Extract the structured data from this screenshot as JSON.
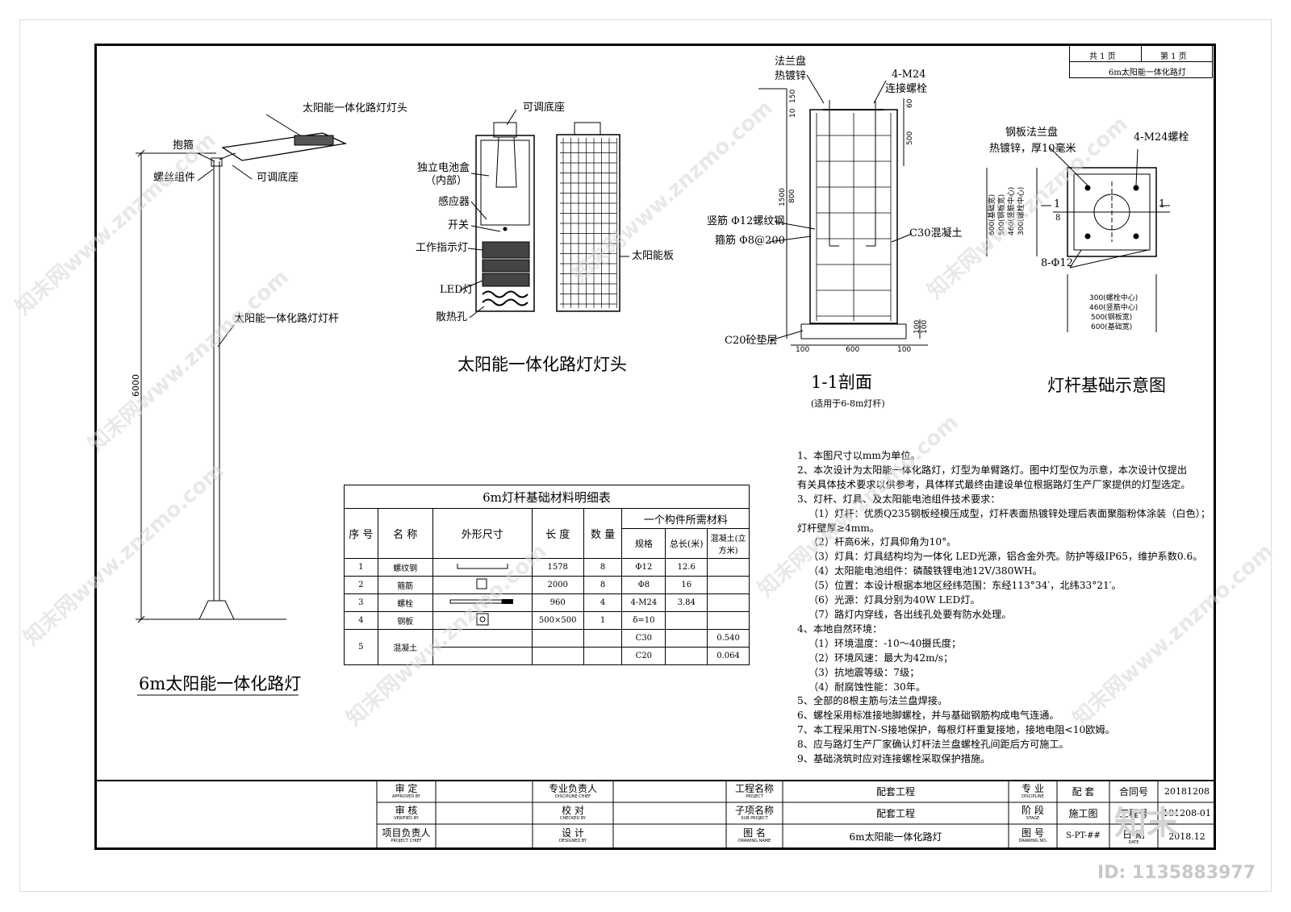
{
  "header_box": {
    "pages_total": "共 1 页",
    "page_no": "第 1 页",
    "drawing_title": "6m太阳能一体化路灯"
  },
  "pole": {
    "title": "6m太阳能一体化路灯",
    "labels": [
      "太阳能一体化路灯灯头",
      "抱箍",
      "螺丝组件",
      "可调底座",
      "太阳能一体化路灯灯杆"
    ],
    "height_dim": "6000"
  },
  "lamp_head": {
    "title": "太阳能一体化路灯灯头",
    "labels": [
      "可调底座",
      "独立电池盒",
      "（内部）",
      "感应器",
      "开关",
      "工作指示灯",
      "LED灯",
      "散热孔",
      "太阳能板"
    ]
  },
  "section": {
    "title": "1-1剖面",
    "subtitle": "(适用于6-8m灯杆)",
    "labels": [
      "法兰盘",
      "热镀锌",
      "4-M24",
      "连接螺栓",
      "竖筋 Φ12螺纹钢",
      "箍筋 Φ8@200",
      "C30混凝土",
      "C20砼垫层"
    ],
    "dims": [
      "150",
      "10",
      "60",
      "500",
      "1500",
      "800",
      "100",
      "100",
      "100",
      "600",
      "100"
    ]
  },
  "foundation": {
    "title": "灯杆基础示意图",
    "labels": [
      "钢板法兰盘",
      "热镀锌，厚10毫米",
      "4-M24螺栓",
      "1",
      "1",
      "8-Φ12",
      "8"
    ],
    "dims_h": [
      "300(螺栓中心)",
      "460(竖筋中心)",
      "500(钢板宽)",
      "600(基础宽)"
    ],
    "dims_v": [
      "300(螺栓中心)",
      "460(竖筋中心)",
      "500(钢板宽)",
      "600(基础宽)"
    ]
  },
  "material_table": {
    "caption": "6m灯杆基础材料明细表",
    "headers": {
      "no": "序 号",
      "name": "名 称",
      "shape": "外形尺寸",
      "length": "长 度",
      "qty": "数 量",
      "group": "一个构件所需材料",
      "spec": "规格",
      "total": "总长(米)",
      "concrete": "混凝土(立方米)"
    },
    "rows": [
      {
        "no": "1",
        "name": "螺纹钢",
        "length": "1578",
        "qty": "8",
        "spec": "Φ12",
        "total": "12.6",
        "concrete": ""
      },
      {
        "no": "2",
        "name": "箍筋",
        "length": "2000",
        "qty": "8",
        "spec": "Φ8",
        "total": "16",
        "concrete": ""
      },
      {
        "no": "3",
        "name": "螺栓",
        "length": "960",
        "qty": "4",
        "spec": "4-M24",
        "total": "3.84",
        "concrete": ""
      },
      {
        "no": "4",
        "name": "钢板",
        "length": "500×500",
        "qty": "1",
        "spec": "δ=10",
        "total": "",
        "concrete": ""
      }
    ],
    "row5": {
      "no": "5",
      "name": "混凝土",
      "spec_a": "C30",
      "conc_a": "0.540",
      "spec_b": "C20",
      "conc_b": "0.064"
    }
  },
  "notes": [
    "1、本图尺寸以mm为单位。",
    "2、本次设计为太阳能一体化路灯，灯型为单臂路灯。图中灯型仅为示意，本次设计仅提出",
    "有关具体技术要求以供参考，具体样式最终由建设单位根据路灯生产厂家提供的灯型选定。",
    "3、灯杆、灯具、及太阳能电池组件技术要求：",
    "（1）灯杆：优质Q235钢板经模压成型，灯杆表面热镀锌处理后表面聚脂粉体涂装（白色）；",
    "灯杆壁厚≥4mm。",
    "（2）杆高6米，灯具仰角为10°。",
    "（3）灯具：灯具结构均为一体化 LED光源，铝合金外壳。防护等级IP65，维护系数0.6。",
    "（4）太阳能电池组件：磷酸铁锂电池12V/380WH。",
    "（5）位置：本设计根据本地区经纬范围：东经113°34′，北纬33°21′。",
    "（6）光源：灯具分别为40W LED灯。",
    "（7）路灯内穿线，各出线孔处要有防水处理。",
    "4、本地自然环境：",
    "（1）环境温度：-10～40摄氏度；",
    "（2）环境风速：最大为42m/s；",
    "（3）抗地震等级：7级；",
    "（4）耐腐蚀性能：30年。",
    "5、全部的8根主筋与法兰盘焊接。",
    "6、螺栓采用标准接地脚螺栓，并与基础钢筋构成电气连通。",
    "7、本工程采用TN-S接地保护，每根灯杆重复接地，接地电阻<10欧姆。",
    "8、应与路灯生产厂家确认灯杆法兰盘螺栓孔间距后方可施工。",
    "9、基础浇筑时应对连接螺栓采取保护措施。"
  ],
  "title_block": {
    "approved": "审 定",
    "approved_en": "APPROVED BY",
    "verified": "审 核",
    "verified_en": "VERIFIED BY",
    "chief": "项目负责人",
    "chief_en": "PROJECT CHIEF",
    "disc_chief": "专业负责人",
    "disc_chief_en": "DISCIPLINE CHIEF",
    "checked": "校 对",
    "checked_en": "CHECKED BY",
    "designed": "设 计",
    "designed_en": "DESIGNED BY",
    "project": "工程名称",
    "project_en": "PROJECT",
    "project_val": "配套工程",
    "sub": "子项名称",
    "sub_en": "SUB PROJECT",
    "sub_val": "配套工程",
    "dname": "图 名",
    "dname_en": "DRAWING NAME",
    "dname_val": "6m太阳能一体化路灯",
    "discipline": "专 业",
    "discipline_en": "DISCIPLINE",
    "discipline_val": "配 套",
    "stage": "阶 段",
    "stage_en": "STAGE",
    "stage_val": "施工图",
    "dno": "图 号",
    "dno_en": "DRAWING NO.",
    "dno_val": "S-PT-##",
    "contract": "合同号",
    "contract_val": "20181208",
    "proj_no": "工程号",
    "proj_no_val": "181208-01",
    "date": "日 期",
    "date_en": "DATE",
    "date_val": "2018.12"
  },
  "watermark": {
    "text": "知末网www.znzmo.com",
    "logo": "知末",
    "id": "ID: 1135883977"
  }
}
